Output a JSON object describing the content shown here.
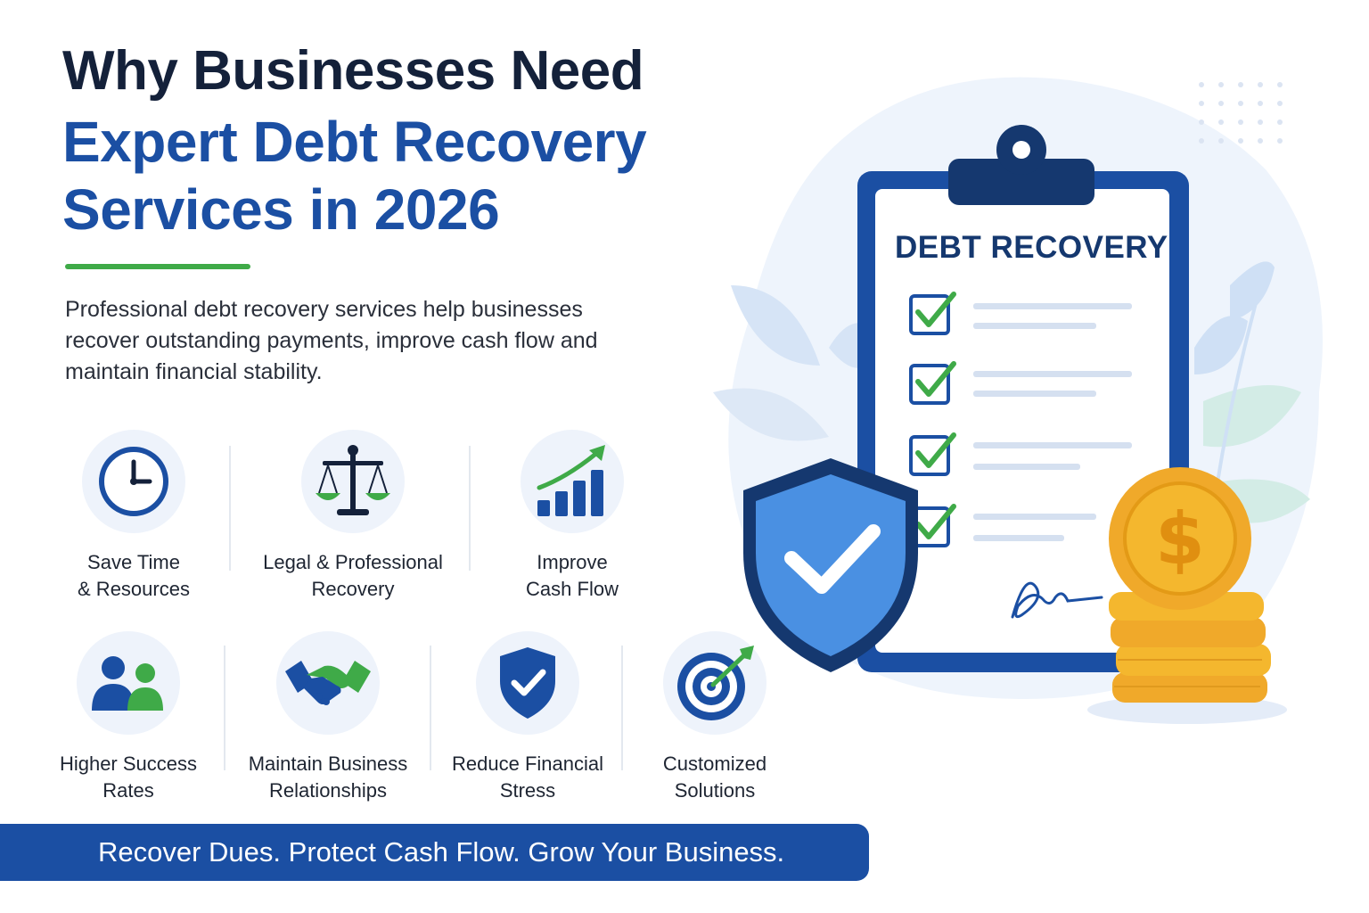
{
  "heading": {
    "line1": "Why Businesses Need",
    "line2": "Expert Debt Recovery",
    "line3": "Services in 2026"
  },
  "intro": "Professional debt recovery services help businesses recover outstanding payments, improve cash flow and maintain financial stability.",
  "features_row1": [
    {
      "icon": "clock-icon",
      "line1": "Save Time",
      "line2": "& Resources"
    },
    {
      "icon": "scales-icon",
      "line1": "Legal & Professional",
      "line2": "Recovery"
    },
    {
      "icon": "growth-chart-icon",
      "line1": "Improve",
      "line2": "Cash Flow"
    }
  ],
  "features_row2": [
    {
      "icon": "people-icon",
      "line1": "Higher Success",
      "line2": "Rates"
    },
    {
      "icon": "handshake-icon",
      "line1": "Maintain Business",
      "line2": "Relationships"
    },
    {
      "icon": "shield-check-icon",
      "line1": "Reduce Financial",
      "line2": "Stress"
    },
    {
      "icon": "target-icon",
      "line1": "Customized",
      "line2": "Solutions"
    }
  ],
  "clipboard": {
    "title": "DEBT RECOVERY"
  },
  "banner": "Recover Dues. Protect Cash Flow. Grow Your Business.",
  "colors": {
    "navy": "#14213a",
    "blue": "#1b4fa3",
    "green": "#3faa48",
    "gold": "#f4b72e"
  }
}
